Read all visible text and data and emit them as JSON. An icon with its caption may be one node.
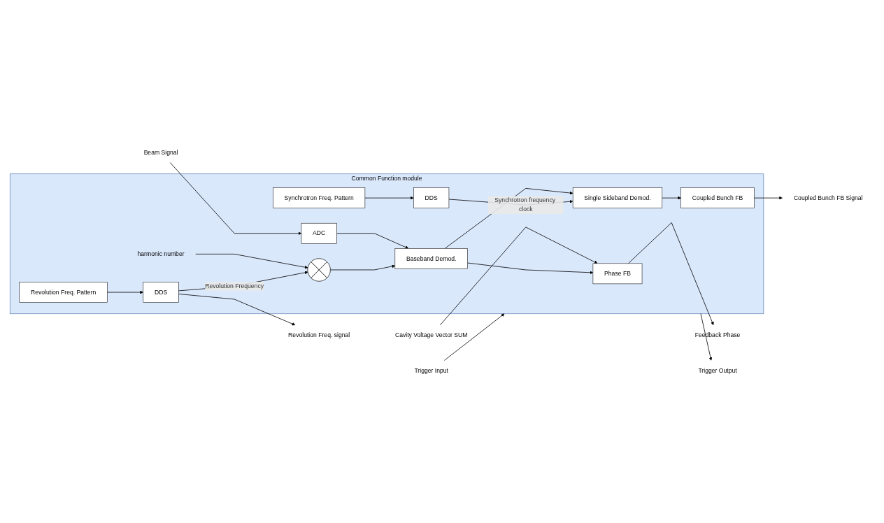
{
  "diagram": {
    "nodes": [
      {
        "text": [
          "Common Function module"
        ]
      },
      {
        "text": [
          "Cavity Voltage Vector SUM"
        ]
      },
      {
        "text": [
          "Phase FB"
        ],
        "in": 0
      },
      {
        "text": [
          "Feedback Phase"
        ]
      },
      {
        "text": [
          "Beam Signal"
        ]
      },
      {
        "text": [
          "ADC"
        ],
        "in": 0
      },
      {
        "text": [
          "Baseband Demod."
        ],
        "in": 0
      },
      {
        "text": [
          "harmonic number"
        ],
        "in": 0
      },
      {
        "text": [],
        "shape": "circle",
        "in": 0
      },
      {
        "text": [
          "Single Sideband Demod."
        ],
        "in": 0
      },
      {
        "text": [
          "Coupled Bunch FB"
        ],
        "in": 0
      },
      {
        "text": [
          "Coupled Bunch FB Signal"
        ]
      },
      {
        "text": [
          "Revolution Freq. Pattern"
        ],
        "in": 0
      },
      {
        "text": [
          "DDS"
        ],
        "in": 0
      },
      {
        "text": [
          "DDS"
        ],
        "in": 0
      },
      {
        "text": [
          "Synchrotron Freq. Pattern"
        ],
        "in": 0
      },
      {
        "text": [
          "Trigger Input"
        ]
      },
      {
        "text": [
          "Trigger Output"
        ]
      },
      {
        "text": [
          "Revolution Freq. signal"
        ]
      }
    ],
    "edges": [
      {
        "from": 1,
        "to": 2,
        "arrow": "to"
      },
      {
        "from": 6,
        "to": 2,
        "arrow": "to"
      },
      {
        "from": 2,
        "to": 3,
        "arrow": "to"
      },
      {
        "from": 4,
        "to": 5,
        "arrow": "to"
      },
      {
        "from": 5,
        "to": 6,
        "arrow": "to"
      },
      {
        "from": 6,
        "to": 9,
        "arrow": "to"
      },
      {
        "from": 7,
        "to": 8,
        "arrow": "to"
      },
      {
        "from": 8,
        "to": 6,
        "arrow": "to"
      },
      {
        "from": 9,
        "to": 10,
        "arrow": "to"
      },
      {
        "from": 10,
        "to": 11,
        "arrow": "to"
      },
      {
        "from": 12,
        "to": 13,
        "arrow": "to"
      },
      {
        "from": 13,
        "to": 8,
        "arrow": "to",
        "label": "Revolution Frequency"
      },
      {
        "from": 13,
        "to": 18,
        "arrow": "to"
      },
      {
        "from": 15,
        "to": 14,
        "arrow": "to"
      },
      {
        "from": 14,
        "to": 9,
        "arrow": "to",
        "label": "Synchrotron frequency clock"
      },
      {
        "from": 16,
        "to": 0,
        "arrow": "to"
      },
      {
        "from": 0,
        "to": 17,
        "arrow": "to"
      }
    ]
  }
}
